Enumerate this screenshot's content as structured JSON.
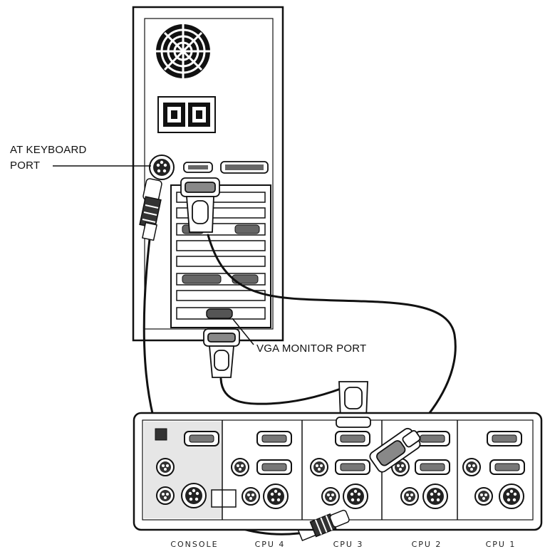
{
  "callouts": {
    "keyboard_line1": "AT KEYBOARD",
    "keyboard_line2": "PORT",
    "vga": "VGA MONITOR PORT"
  },
  "switch_labels": {
    "console": "CONSOLE",
    "cpu4": "CPU 4",
    "cpu3": "CPU 3",
    "cpu2": "CPU 2",
    "cpu1": "CPU 1"
  }
}
